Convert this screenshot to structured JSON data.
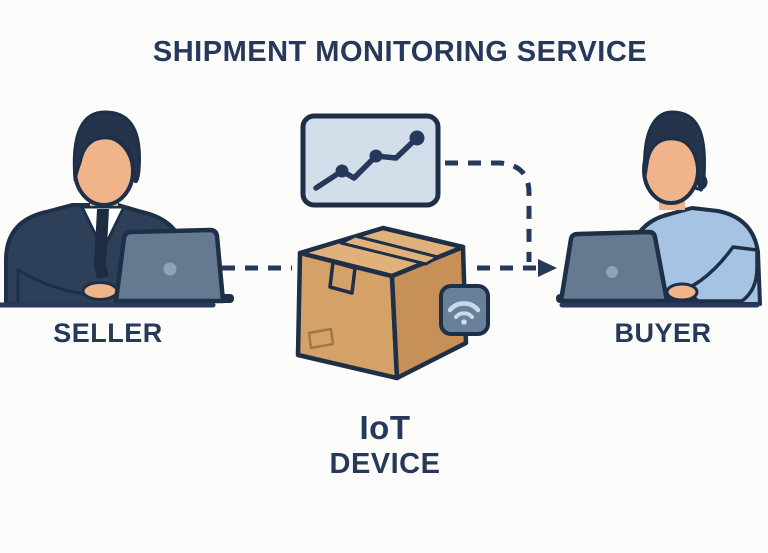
{
  "title": "SHIPMENT MONITORING SERVICE",
  "labels": {
    "seller": "SELLER",
    "buyer": "BUYER",
    "device_line1": "IoT",
    "device_line2": "DEVICE"
  },
  "icons": {
    "trend_chart": "trend-chart-icon",
    "wifi": "wifi-icon",
    "package_box": "package-box-icon",
    "flow_arrow": "flow-arrow-icon",
    "laptop": "laptop-icon"
  },
  "colors": {
    "navy": "#27395a",
    "outline": "#1e2f48",
    "bg": "#fcfcfa",
    "chart-panel": "#d2dfeb",
    "box-top": "#e0b17b",
    "box-left": "#d4a268",
    "box-right": "#c69058",
    "box-label": "#a17747",
    "sensor": "#69809b",
    "sensor-glyph": "#ccdae6",
    "skin": "#f1b38a",
    "hair": "#24344c",
    "suit": "#2e3f59",
    "shirt": "#ffffff",
    "tie": "#1d2c42",
    "sweater": "#a6c3e3",
    "laptop": "#657a90",
    "laptop-logo": "#90a3b6"
  }
}
